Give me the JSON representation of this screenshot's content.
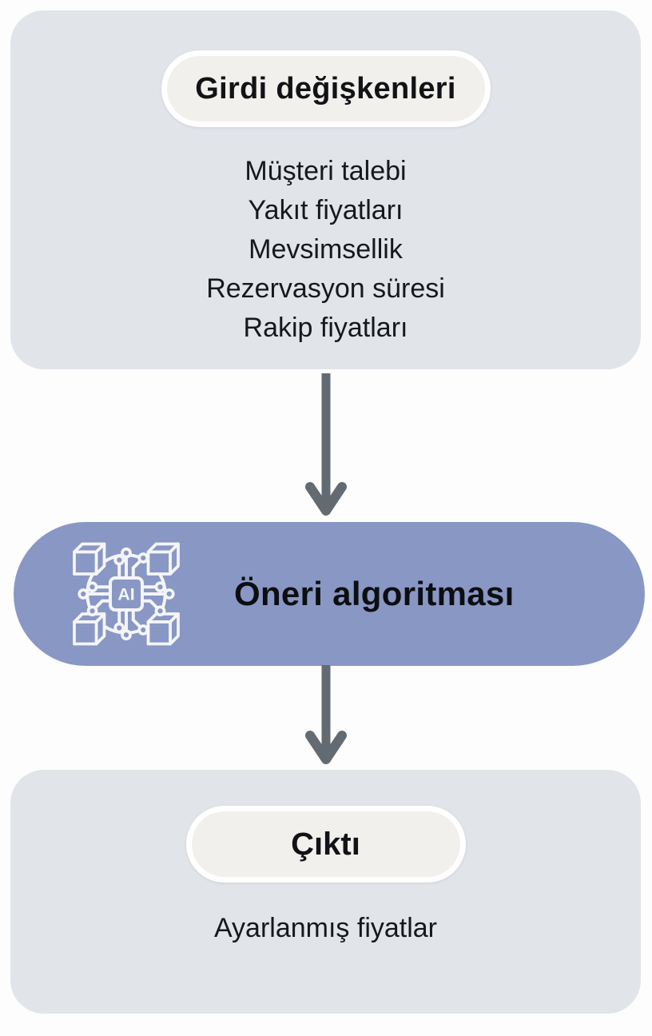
{
  "diagram": {
    "type": "flowchart",
    "language": "tr",
    "input": {
      "title": "Girdi değişkenleri",
      "items": [
        "Müşteri talebi",
        "Yakıt fiyatları",
        "Mevsimsellik",
        "Rezervasyon süresi",
        "Rakip fiyatları"
      ]
    },
    "process": {
      "label": "Öneri algoritması",
      "icon": "ai-chip-icon",
      "icon_chip_text": "AI"
    },
    "output": {
      "title": "Çıktı",
      "result": "Ayarlanmış fiyatlar"
    },
    "colors": {
      "page_background": "#fdfdfd",
      "panel_background": "#e1e4e9",
      "pill_background": "#f2f0ed",
      "pill_border": "#ffffff",
      "process_background": "#8997c4",
      "icon_stroke": "#f4f5f9",
      "arrow": "#636b72",
      "text": "#17181c"
    }
  }
}
